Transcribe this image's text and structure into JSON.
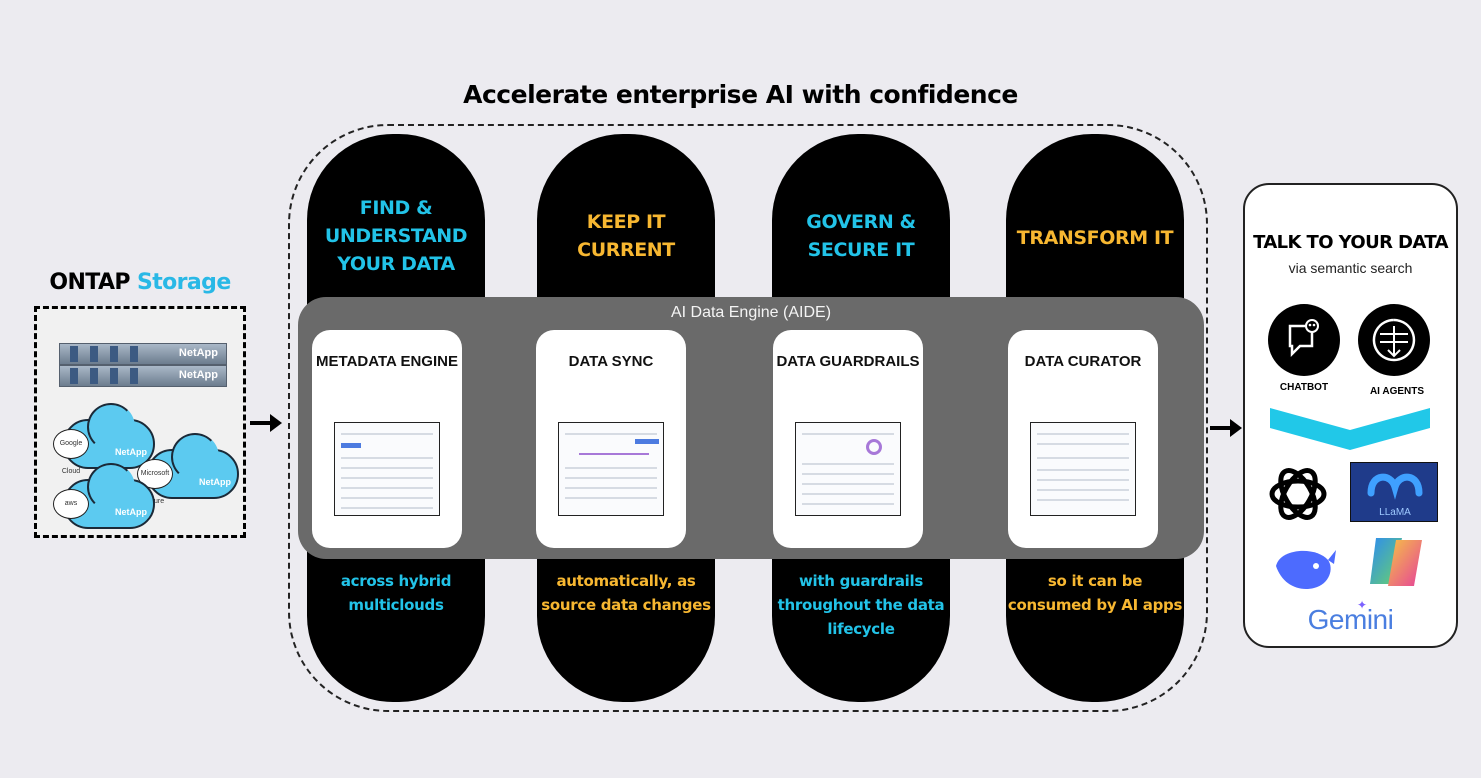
{
  "title": "Accelerate enterprise AI with confidence",
  "ontap": {
    "title_main": "ONTAP",
    "title_accent": "Storage",
    "brand_label": "NetApp",
    "cloud_badges": [
      "Google Cloud",
      "Microsoft Azure",
      "aws"
    ]
  },
  "pillars": [
    {
      "top": "FIND & UNDERSTAND YOUR DATA",
      "bottom": "across hybrid multiclouds",
      "color": "#22c3e8"
    },
    {
      "top": "KEEP IT CURRENT",
      "bottom": "automatically, as source data changes",
      "color": "#f7b731"
    },
    {
      "top": "GOVERN & SECURE IT",
      "bottom": "with guardrails throughout the data lifecycle",
      "color": "#22c3e8"
    },
    {
      "top": "TRANSFORM IT",
      "bottom": "so it can be consumed by AI apps",
      "color": "#f7b731"
    }
  ],
  "aide": {
    "label": "AI Data Engine (AIDE)",
    "cards": [
      {
        "name": "METADATA ENGINE"
      },
      {
        "name": "DATA SYNC"
      },
      {
        "name": "DATA GUARDRAILS"
      },
      {
        "name": "DATA CURATOR"
      }
    ]
  },
  "talk": {
    "title": "TALK TO YOUR DATA",
    "subtitle": "via semantic search",
    "chatbot_label": "CHATBOT",
    "agents_label": "AI AGENTS",
    "llama_label": "LLaMA",
    "gemini_label": "Gemini"
  }
}
